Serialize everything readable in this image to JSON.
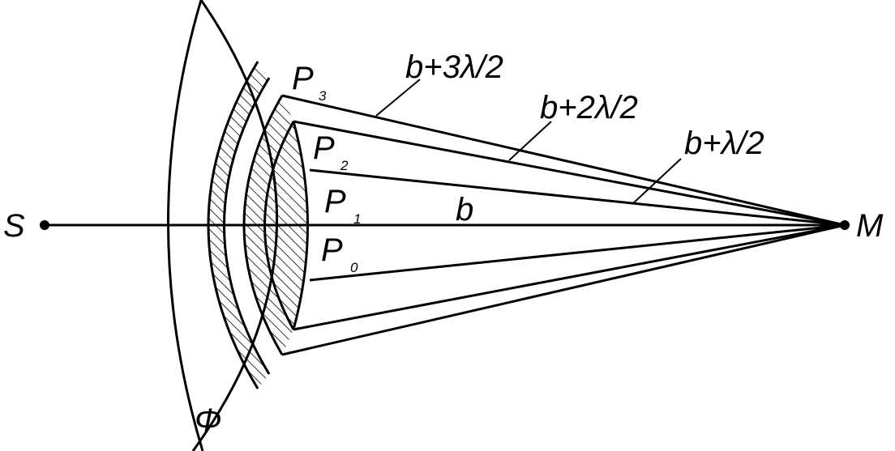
{
  "diagram": {
    "source_label": "S",
    "observer_label": "M",
    "wavefront_label": "Φ",
    "axis_distance_label": "b",
    "path_labels": {
      "first": "b+λ/2",
      "second": "b+2λ/2",
      "third": "b+3λ/2"
    },
    "points": [
      {
        "letter": "P",
        "index": "0"
      },
      {
        "letter": "P",
        "index": "1"
      },
      {
        "letter": "P",
        "index": "2"
      },
      {
        "letter": "P",
        "index": "3"
      }
    ],
    "colors": {
      "stroke": "#000000",
      "background": "#ffffff"
    }
  }
}
